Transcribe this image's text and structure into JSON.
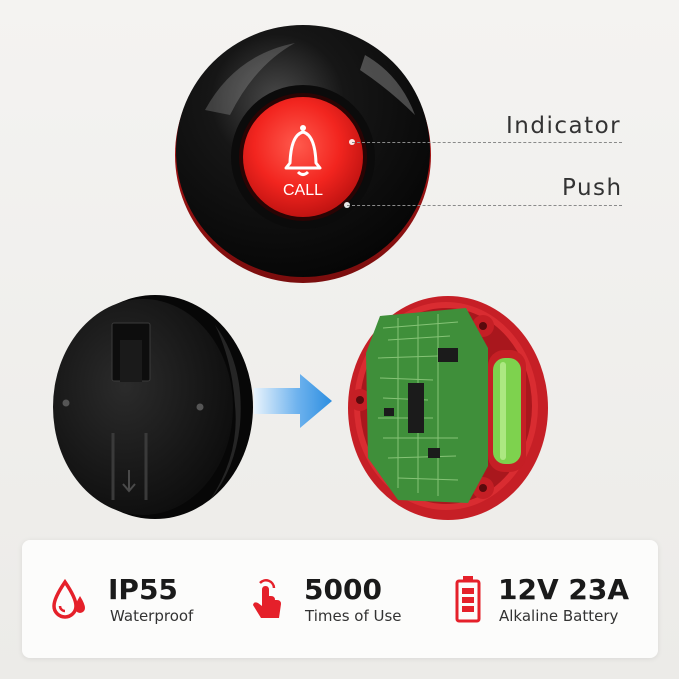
{
  "product": {
    "button_label": "CALL",
    "callouts": [
      {
        "label": "Indicator"
      },
      {
        "label": "Push"
      }
    ]
  },
  "features": [
    {
      "icon": "water-drop-icon",
      "value": "IP55",
      "desc": "Waterproof"
    },
    {
      "icon": "finger-press-icon",
      "value": "5000",
      "desc": "Times of Use"
    },
    {
      "icon": "battery-icon",
      "value": "12V 23A",
      "desc": "Alkaline Battery"
    }
  ],
  "colors": {
    "accent_red": "#e5202a",
    "device_black": "#111111",
    "pcb_green": "#3f8f3a",
    "arrow_blue": "#3b98e6"
  }
}
